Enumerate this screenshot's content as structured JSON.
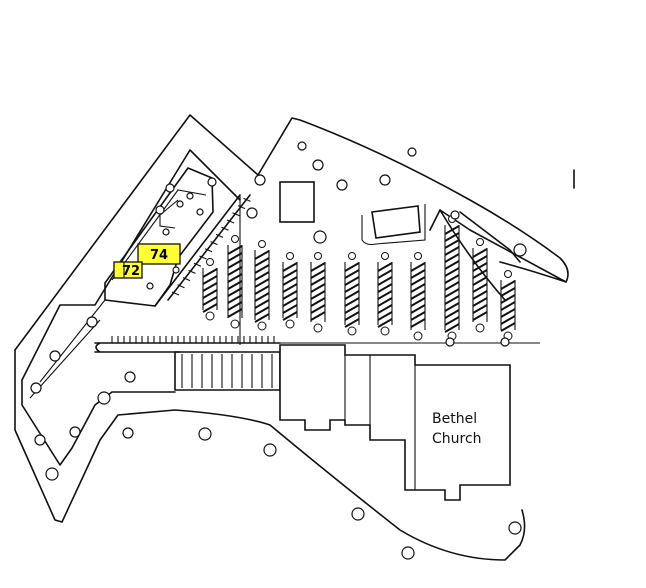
{
  "units": [
    {
      "id": "74",
      "label": "74",
      "highlighted": true
    },
    {
      "id": "72",
      "label": "72",
      "highlighted": true
    }
  ],
  "buildings": [
    {
      "id": "bethel-church",
      "label_lines": [
        "Bethel",
        "Church"
      ]
    }
  ],
  "colors": {
    "highlight": "#FFFF33",
    "line": "#111111",
    "background": "#FFFFFF"
  }
}
